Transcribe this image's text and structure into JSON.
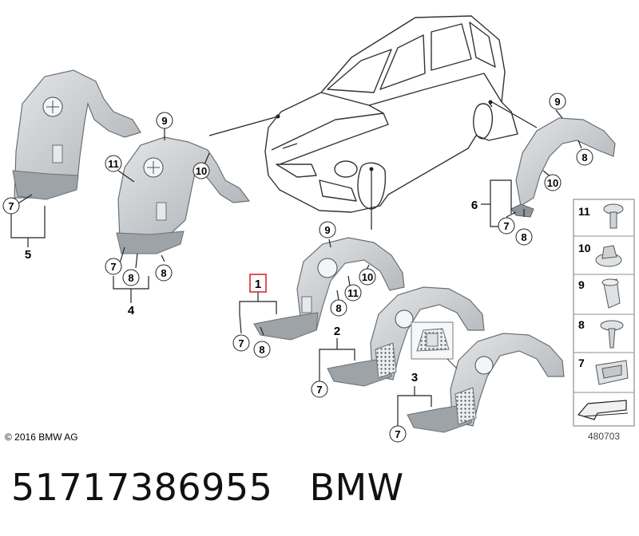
{
  "callouts": {
    "c9a": "9",
    "c11a": "11",
    "c10a": "10",
    "c7a": "7",
    "c5": "5",
    "c7b": "7",
    "c8b": "8",
    "c8c": "8",
    "c4": "4",
    "c9b": "9",
    "c8d": "8",
    "c10b": "10",
    "c6": "6",
    "c7c": "7",
    "c8e": "8",
    "c9c": "9",
    "c10c": "10",
    "c1": "1",
    "c11c": "11",
    "c8f": "8",
    "c7d": "7",
    "c8g": "8",
    "c2": "2",
    "c7e": "7",
    "c3": "3",
    "c7f": "7"
  },
  "legend": {
    "r1": "11",
    "r2": "10",
    "r3": "9",
    "r4": "8",
    "r5": "7"
  },
  "copyright": "© 2016 BMW AG",
  "drawing_number": "480703",
  "footer": {
    "part_number": "51717386955",
    "brand": "BMW"
  },
  "colors": {
    "part_fill": "#d3d6d8",
    "part_stroke": "#6b7074",
    "highlight": "#e0262c"
  }
}
